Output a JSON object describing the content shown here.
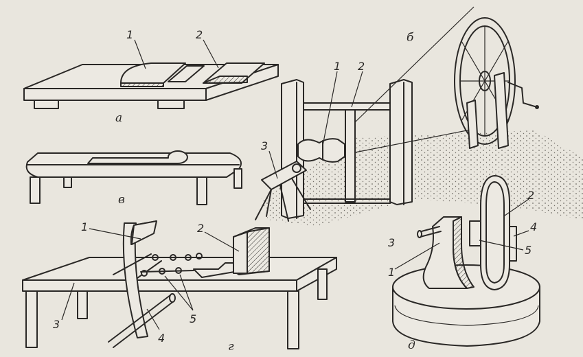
{
  "panels": {
    "a": {
      "letter": "а",
      "callouts": [
        "1",
        "2"
      ]
    },
    "b": {
      "letter": "б",
      "callouts": [
        "1",
        "2",
        "3"
      ]
    },
    "v": {
      "letter": "в"
    },
    "g": {
      "letter": "г",
      "callouts": [
        "1",
        "2",
        "3",
        "4",
        "5"
      ]
    },
    "d": {
      "letter": "д",
      "callouts": [
        "1",
        "2",
        "3",
        "4",
        "5"
      ]
    }
  },
  "colors": {
    "ink": "#2a2826",
    "paper": "#e9e6de"
  }
}
